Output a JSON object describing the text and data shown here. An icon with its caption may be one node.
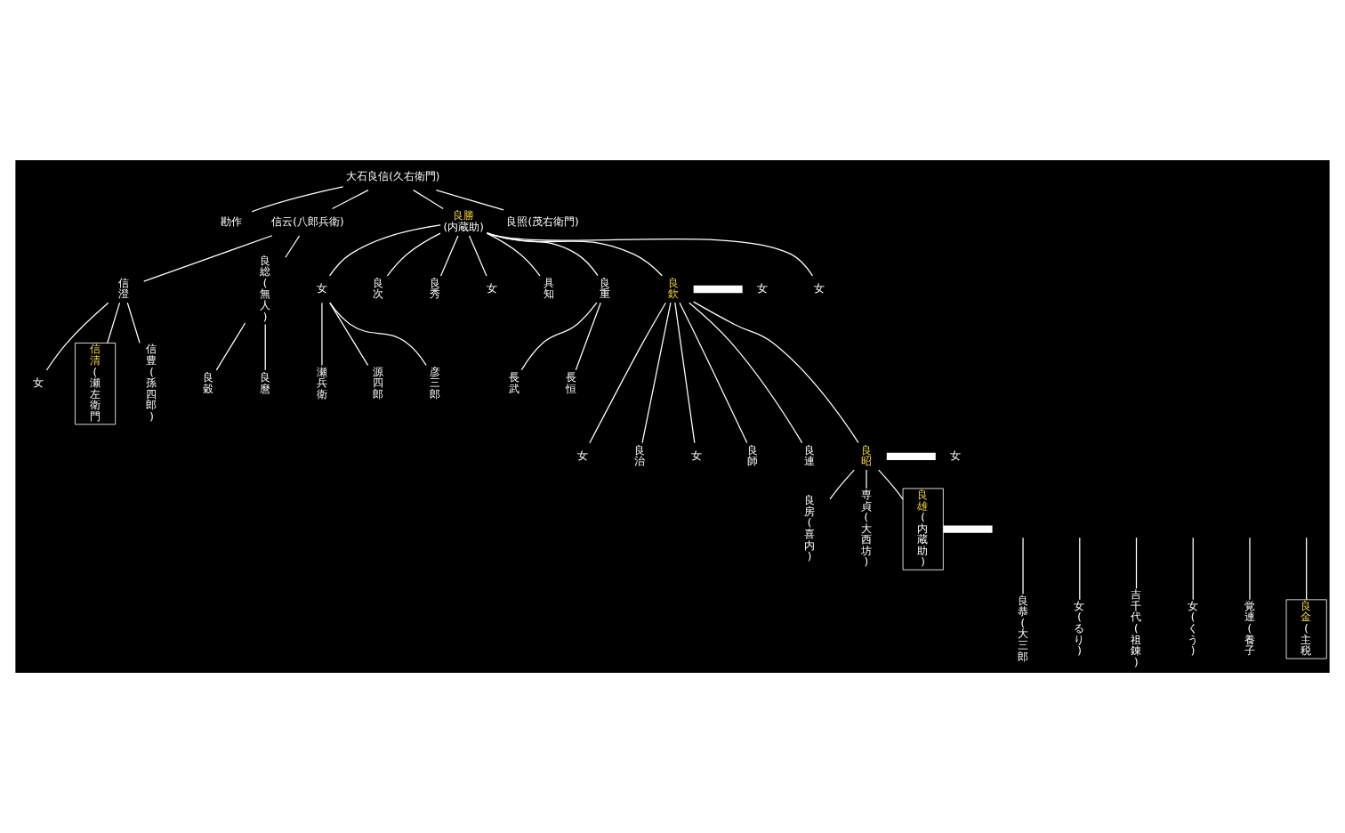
{
  "diagram": {
    "nodes": [
      {
        "text": [
          "大石良信(久右衛門)"
        ]
      },
      {
        "text": [
          "勘作"
        ]
      },
      {
        "text": [
          "信云(八郎兵衛)"
        ]
      },
      {
        "text": [
          "良勝",
          "(内蔵助)"
        ]
      },
      {
        "text": [
          "良照(茂右衛門)"
        ]
      },
      {
        "text": [
          "信澄"
        ]
      },
      {
        "text": [
          "良総(無人)"
        ]
      },
      {
        "text": [
          "女"
        ]
      },
      {
        "text": [
          "良次"
        ]
      },
      {
        "text": [
          "良秀"
        ]
      },
      {
        "text": [
          "女"
        ]
      },
      {
        "text": [
          "具知"
        ]
      },
      {
        "text": [
          "良重"
        ]
      },
      {
        "text": [
          "良欽"
        ]
      },
      {
        "text": [
          "女"
        ]
      },
      {
        "text": [
          "女"
        ]
      },
      {
        "text": [
          "女"
        ]
      },
      {
        "text": [
          "良治"
        ]
      },
      {
        "text": [
          "女"
        ]
      },
      {
        "text": [
          "良師"
        ]
      },
      {
        "text": [
          "良連"
        ]
      },
      {
        "text": [
          "良昭"
        ]
      },
      {
        "text": [
          "女"
        ]
      },
      {
        "text": [
          "瀬兵衛"
        ]
      },
      {
        "text": [
          "源四郎"
        ]
      },
      {
        "text": [
          "彦三郎"
        ]
      },
      {
        "text": [
          "長武"
        ]
      },
      {
        "text": [
          "長恒"
        ]
      },
      {
        "text": [
          "女"
        ]
      },
      {
        "text": [
          "信清",
          "(瀬左衛門"
        ]
      },
      {
        "text": [
          "信豊(孫四郎)"
        ]
      },
      {
        "text": [
          "良穀"
        ]
      },
      {
        "text": [
          "良麿"
        ]
      },
      {
        "text": [
          "良房(喜内)"
        ]
      },
      {
        "text": [
          "専貞(大西坊)"
        ]
      },
      {
        "text": [
          "良雄",
          "(内蔵助)"
        ]
      },
      {
        "text": [
          "良恭(大三郎"
        ]
      },
      {
        "text": [
          "女(るり)"
        ]
      },
      {
        "text": [
          "吉千代(祖錬)"
        ]
      },
      {
        "text": [
          "女(くう)"
        ]
      },
      {
        "text": [
          "覚連(養子"
        ]
      },
      {
        "text": [
          "良金",
          "(主税"
        ]
      }
    ],
    "edges": [
      {
        "from": 0,
        "to": 1,
        "arrow": "none"
      },
      {
        "from": 0,
        "to": 2,
        "arrow": "none"
      },
      {
        "from": 0,
        "to": 3,
        "arrow": "none"
      },
      {
        "from": 0,
        "to": 4,
        "arrow": "none"
      },
      {
        "from": 2,
        "to": 5,
        "arrow": "none"
      },
      {
        "from": 2,
        "to": 6,
        "arrow": "none"
      },
      {
        "from": 3,
        "to": 7,
        "arrow": "none"
      },
      {
        "from": 3,
        "to": 8,
        "arrow": "none"
      },
      {
        "from": 3,
        "to": 9,
        "arrow": "none"
      },
      {
        "from": 3,
        "to": 10,
        "arrow": "none"
      },
      {
        "from": 3,
        "to": 11,
        "arrow": "none"
      },
      {
        "from": 3,
        "to": 12,
        "arrow": "none"
      },
      {
        "from": 3,
        "to": 13,
        "arrow": "none"
      },
      {
        "from": 3,
        "to": 14,
        "arrow": "none"
      },
      {
        "from": 13,
        "to": 15,
        "arrow": "none",
        "style": "thick"
      },
      {
        "from": 13,
        "to": 16,
        "arrow": "none"
      },
      {
        "from": 13,
        "to": 17,
        "arrow": "none"
      },
      {
        "from": 13,
        "to": 18,
        "arrow": "none"
      },
      {
        "from": 13,
        "to": 19,
        "arrow": "none"
      },
      {
        "from": 13,
        "to": 20,
        "arrow": "none"
      },
      {
        "from": 13,
        "to": 21,
        "arrow": "none"
      },
      {
        "from": 21,
        "to": 22,
        "arrow": "none",
        "style": "thick"
      },
      {
        "from": 7,
        "to": 23,
        "arrow": "none"
      },
      {
        "from": 7,
        "to": 24,
        "arrow": "none"
      },
      {
        "from": 7,
        "to": 25,
        "arrow": "none"
      },
      {
        "from": 12,
        "to": 26,
        "arrow": "none"
      },
      {
        "from": 12,
        "to": 27,
        "arrow": "none"
      },
      {
        "from": 5,
        "to": 28,
        "arrow": "none"
      },
      {
        "from": 5,
        "to": 29,
        "arrow": "none"
      },
      {
        "from": 5,
        "to": 30,
        "arrow": "none"
      },
      {
        "from": 6,
        "to": 31,
        "arrow": "none"
      },
      {
        "from": 6,
        "to": 32,
        "arrow": "none"
      },
      {
        "from": 21,
        "to": 33,
        "arrow": "none"
      },
      {
        "from": 21,
        "to": 34,
        "arrow": "none"
      },
      {
        "from": 21,
        "to": 35,
        "arrow": "none"
      },
      {
        "from": 35,
        "to": null,
        "arrow": "none",
        "style": "thick"
      },
      {
        "from": null,
        "to": 36,
        "arrow": "none"
      },
      {
        "from": null,
        "to": 37,
        "arrow": "none"
      },
      {
        "from": null,
        "to": 38,
        "arrow": "none"
      },
      {
        "from": null,
        "to": 39,
        "arrow": "none"
      },
      {
        "from": null,
        "to": 40,
        "arrow": "none"
      },
      {
        "from": null,
        "to": 41,
        "arrow": "none"
      }
    ]
  }
}
